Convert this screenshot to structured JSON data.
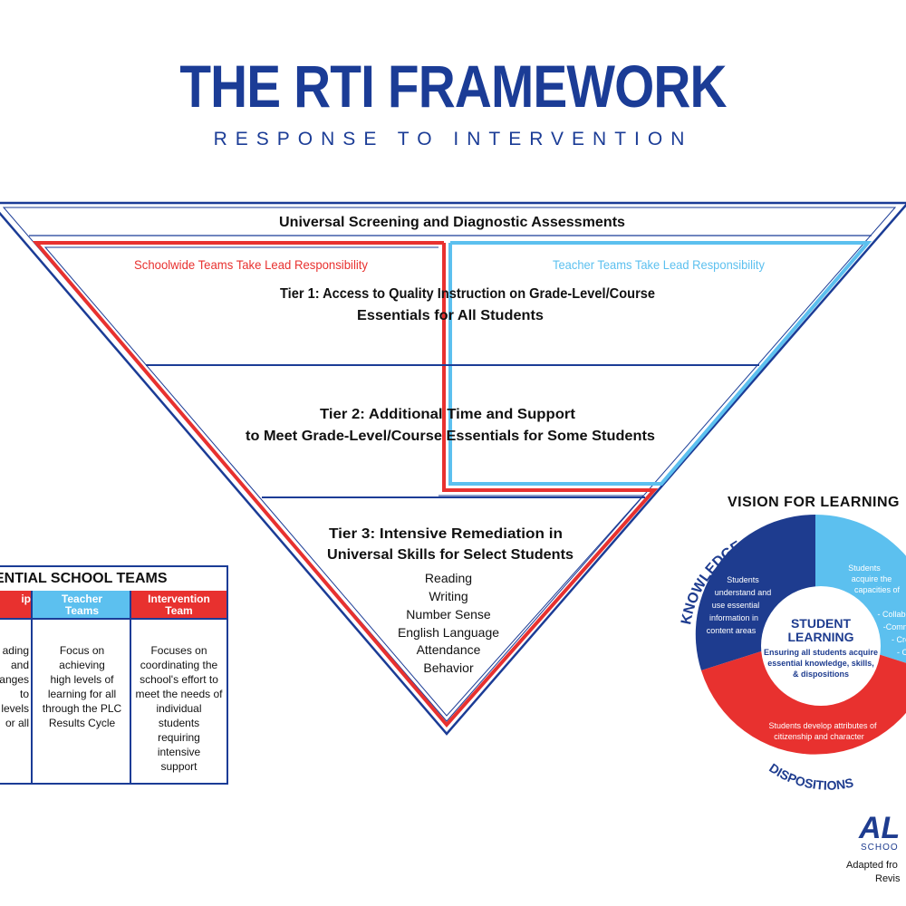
{
  "header": {
    "title": "THE RTI FRAMEWORK",
    "subtitle": "RESPONSE TO INTERVENTION"
  },
  "pyramid": {
    "top_band": "Universal Screening and Diagnostic Assessments",
    "schoolwide_label": "Schoolwide Teams Take Lead Responsibility",
    "teacher_label": "Teacher Teams Take Lead Responsibility",
    "tier1": [
      "Tier 1: Access to Quality Instruction on Grade-Level/Course",
      "Essentials for All Students"
    ],
    "tier2": [
      "Tier 2: Additional Time and Support",
      "to Meet Grade-Level/Course Essentials for Some Students"
    ],
    "tier3": [
      "Tier 3: Intensive Remediation in",
      "Universal Skills for Select Students"
    ],
    "tier3_skills": [
      "Reading",
      "Writing",
      "Number Sense",
      "English Language",
      "Attendance",
      "Behavior"
    ]
  },
  "teams": {
    "heading": "ENTIAL SCHOOL TEAMS",
    "columns": [
      {
        "head": [
          "ip",
          ""
        ],
        "body": [
          "ading",
          "and",
          "anges",
          "to",
          "levels",
          "or all"
        ]
      },
      {
        "head": [
          "Teacher",
          "Teams"
        ],
        "body": [
          "Focus on achieving",
          "high levels of",
          "learning for all",
          "through the PLC",
          "Results Cycle"
        ]
      },
      {
        "head": [
          "Intervention",
          "Team"
        ],
        "body": [
          "Focuses on",
          "coordinating the",
          "school's effort to",
          "meet the needs of",
          "individual students",
          "requiring intensive",
          "support"
        ]
      }
    ]
  },
  "vision": {
    "title": "VISION FOR LEARNING",
    "knowledge_label": "KNOWLEDGE",
    "dispositions_label": "DISPOSITIONS",
    "knowledge_text": [
      "Students",
      "understand and",
      "use essential",
      "information in",
      "content areas"
    ],
    "skills_text": [
      "Students",
      "acquire the",
      "capacities of",
      "",
      "- Collabor",
      "-Commu",
      "- Cre",
      "- C"
    ],
    "dispositions_text": [
      "Students develop attributes of",
      "citizenship and character"
    ],
    "center_title": [
      "STUDENT",
      "LEARNING"
    ],
    "center_text": [
      "Ensuring all students acquire",
      "essential knowledge, skills,",
      "& dispositions"
    ]
  },
  "footer": {
    "logo": "AL",
    "logo_sub": "SCHOO",
    "adapted": "Adapted fro",
    "revised": "Revis"
  },
  "colors": {
    "navy": "#1b3c96",
    "red": "#e8312f",
    "light_blue": "#5cc0ef",
    "dark_blue": "#1e3c8f"
  }
}
